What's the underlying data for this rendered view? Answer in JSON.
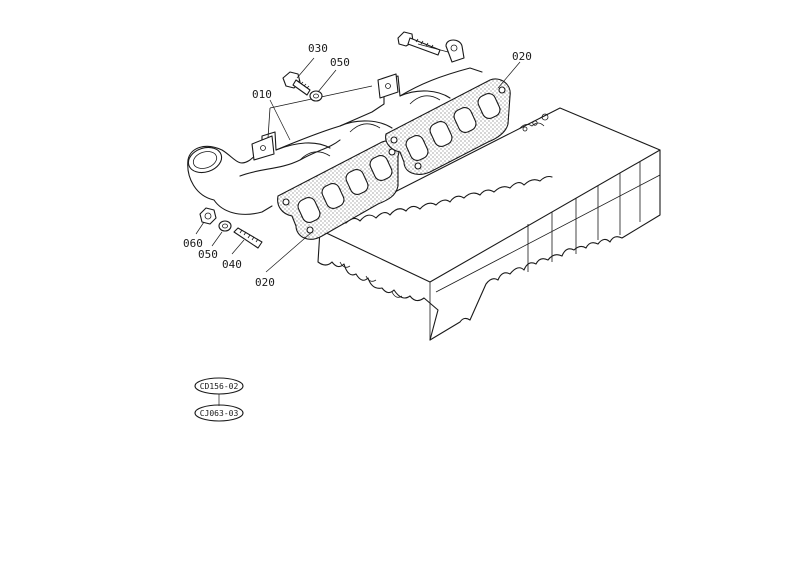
{
  "diagram": {
    "parts": [
      {
        "id": "p010",
        "label": "010"
      },
      {
        "id": "p020a",
        "label": "020"
      },
      {
        "id": "p020b",
        "label": "020"
      },
      {
        "id": "p030",
        "label": "030"
      },
      {
        "id": "p040",
        "label": "040"
      },
      {
        "id": "p050a",
        "label": "050"
      },
      {
        "id": "p050b",
        "label": "050"
      },
      {
        "id": "p060",
        "label": "060"
      }
    ],
    "references": {
      "top": "CD156-02",
      "bottom": "CJ063-03"
    }
  }
}
